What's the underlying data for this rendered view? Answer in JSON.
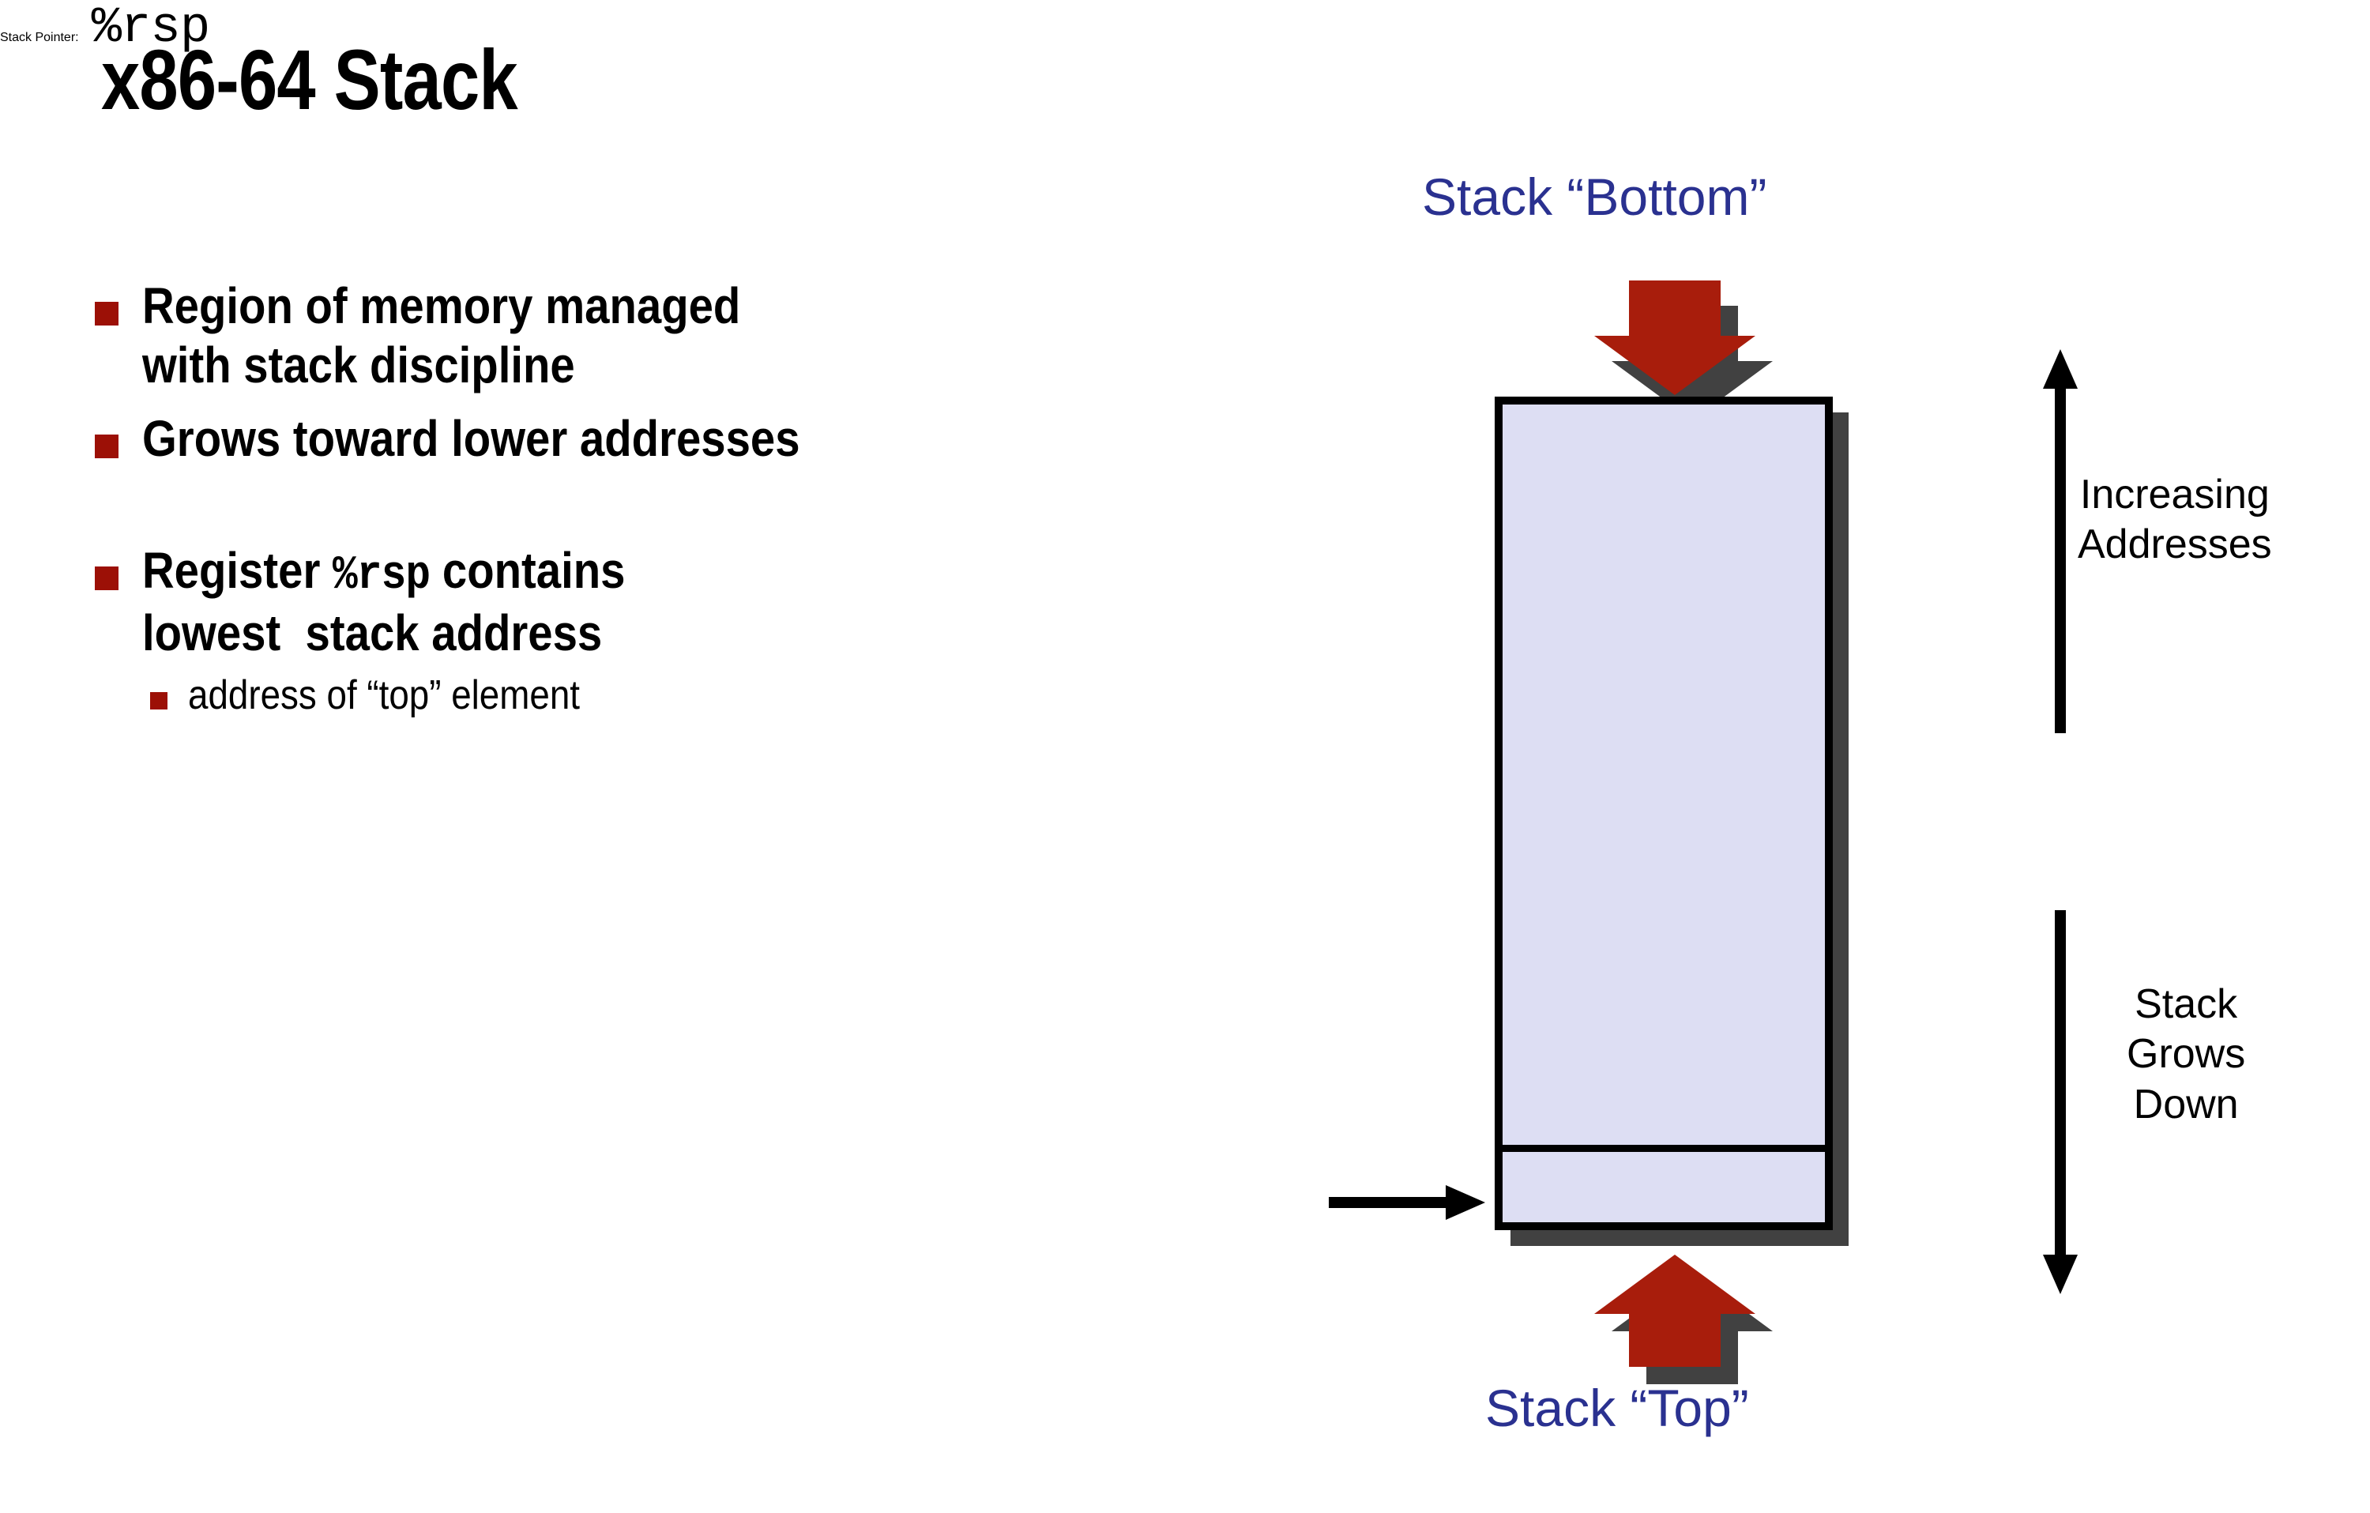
{
  "slide": {
    "title": "x86-64 Stack",
    "background_color": "#ffffff"
  },
  "colors": {
    "bullet_marker": "#9c1006",
    "label_blue": "#2a3190",
    "arrow_red": "#a81d0c",
    "arrow_shadow": "#414141",
    "box_fill": "#dddef3",
    "box_border": "#000000"
  },
  "bullets": [
    {
      "level": 1,
      "marker": "red-square-bullet",
      "line1": "Region of memory managed",
      "line2": "with stack discipline"
    },
    {
      "level": 1,
      "marker": "red-square-bullet",
      "line1": "Grows toward lower addresses",
      "line2": ""
    },
    {
      "level": 1,
      "marker": "red-square-bullet",
      "prefix": "Register ",
      "code": "%rsp",
      "suffix": " contains",
      "line2": "lowest  stack address"
    },
    {
      "level": 2,
      "marker": "red-square-bullet-small",
      "line1": "address of “top” element"
    }
  ],
  "diagram": {
    "stack_bottom_label": "Stack “Bottom”",
    "stack_top_label": "Stack “Top”",
    "stack_pointer_label": "Stack Pointer:",
    "stack_pointer_register": "%rsp",
    "increasing_addresses_line1": "Increasing",
    "increasing_addresses_line2": "Addresses",
    "stack_grows_down_line1": "Stack",
    "stack_grows_down_line2": "Grows",
    "stack_grows_down_line3": "Down",
    "icons": {
      "down_block_arrow": "red-down-block-arrow",
      "up_block_arrow": "red-up-block-arrow",
      "increasing_arrow": "black-up-arrow",
      "decreasing_arrow": "black-down-arrow",
      "pointer_arrow": "black-right-arrow"
    }
  }
}
